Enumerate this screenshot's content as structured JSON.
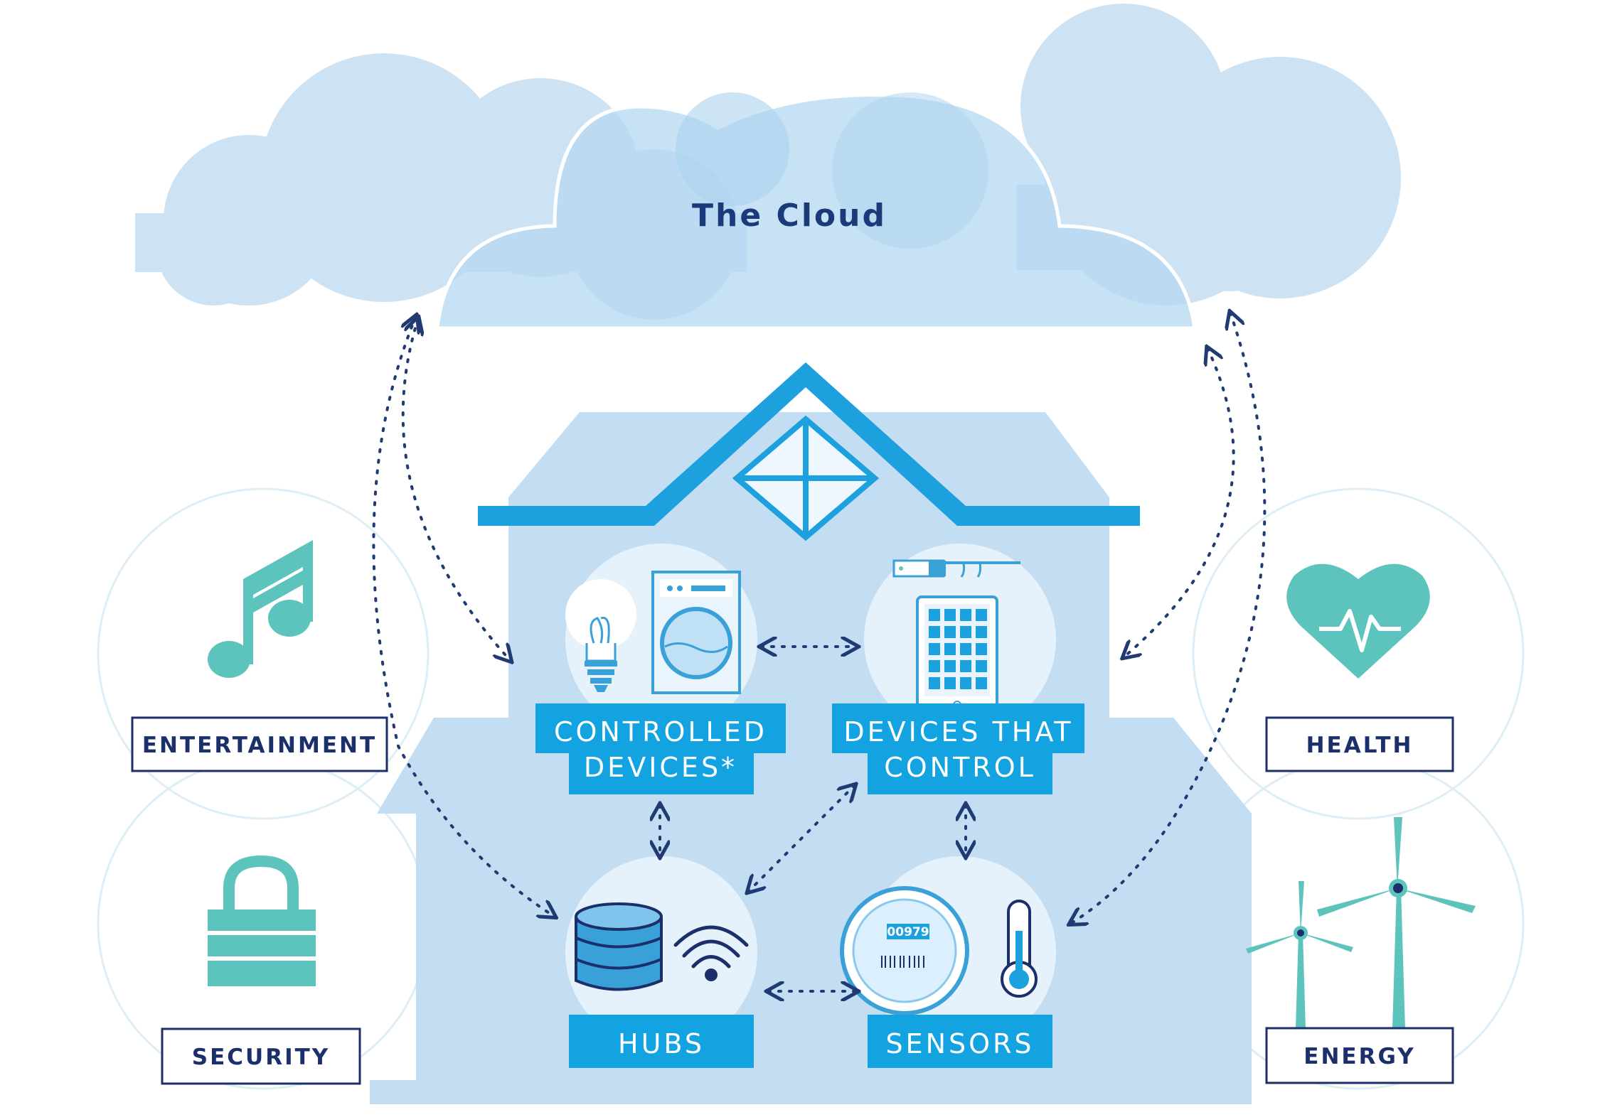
{
  "cloud": {
    "title": "The Cloud"
  },
  "categories": {
    "entertainment": "ENTERTAINMENT",
    "security": "SECURITY",
    "health": "HEALTH",
    "energy": "ENERGY"
  },
  "nodes": {
    "controlled_devices": {
      "line1": "CONTROLLED",
      "line2": "DEVICES*"
    },
    "devices_that_control": {
      "line1": "DEVICES THAT",
      "line2": "CONTROL"
    },
    "hubs": {
      "line1": "HUBS"
    },
    "sensors": {
      "line1": "SENSORS"
    }
  },
  "meter": {
    "reading": "00979"
  },
  "colors": {
    "cloud_light": "#cde3f3",
    "cloud_mid": "#acd2ef",
    "house_body": "#c3ddf2",
    "roof_blue": "#1da0de",
    "label_blue": "#12a3e0",
    "teal": "#5cc4bd",
    "navy": "#1b2f6b",
    "arrow": "#223a72"
  }
}
